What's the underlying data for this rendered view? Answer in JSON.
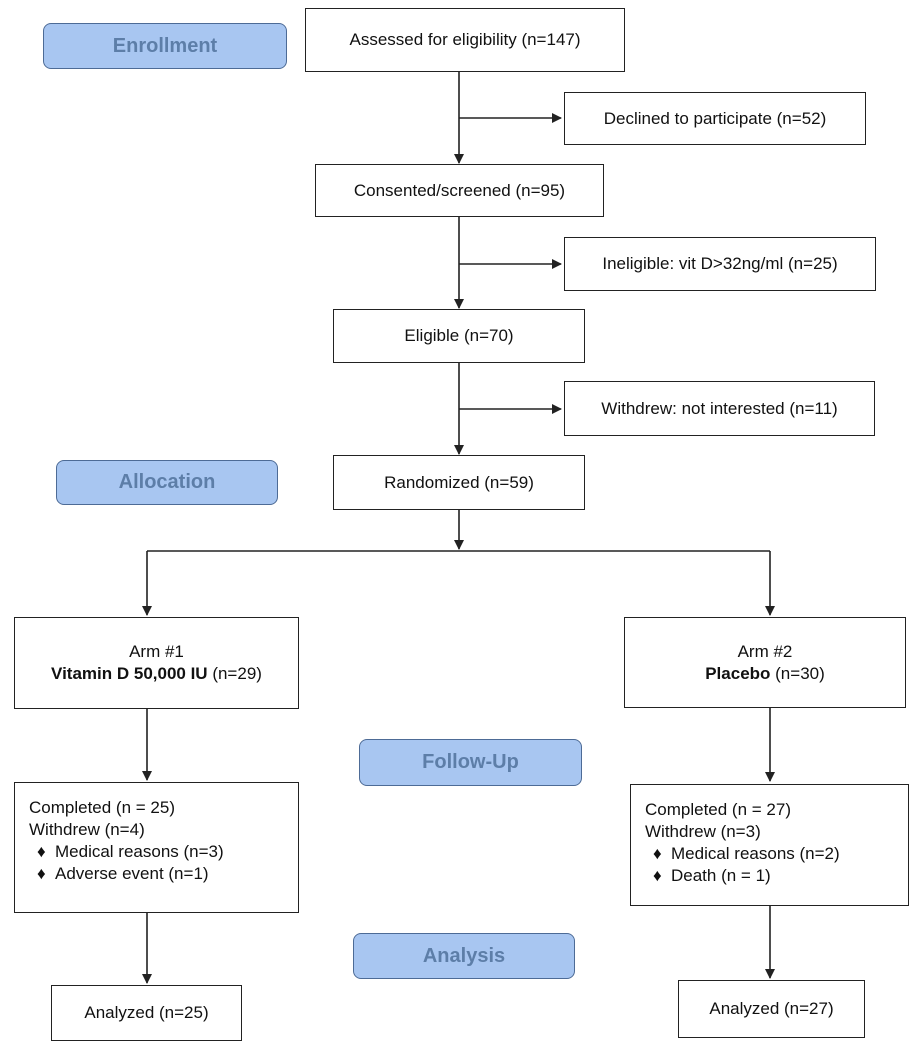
{
  "phases": {
    "enrollment": "Enrollment",
    "allocation": "Allocation",
    "follow_up": "Follow-Up",
    "analysis": "Analysis"
  },
  "flow": {
    "assessed": "Assessed for eligibility (n=147)",
    "declined": "Declined to participate (n=52)",
    "consented": "Consented/screened (n=95)",
    "ineligible": "Ineligible: vit D>32ng/ml (n=25)",
    "eligible": "Eligible (n=70)",
    "withdrew_not_interested": "Withdrew: not interested (n=11)",
    "randomized": "Randomized (n=59)"
  },
  "arm1": {
    "title": "Arm #1",
    "treatment": "Vitamin D 50,000 IU",
    "count": " (n=29)",
    "completed": "Completed (n = 25)",
    "withdrew": "Withdrew (n=4)",
    "reasons": [
      "Medical reasons (n=3)",
      "Adverse event (n=1)"
    ],
    "analyzed": "Analyzed (n=25)"
  },
  "arm2": {
    "title": "Arm #2",
    "treatment": "Placebo",
    "count": " (n=30)",
    "completed": "Completed (n = 27)",
    "withdrew": "Withdrew (n=3)",
    "reasons": [
      "Medical reasons (n=2)",
      "Death (n = 1)"
    ],
    "analyzed": "Analyzed (n=27)"
  },
  "bullet_glyph": "♦",
  "colors": {
    "phase_fill": "#a8c6f1",
    "phase_text": "#5d7ea8",
    "line": "#222222"
  }
}
